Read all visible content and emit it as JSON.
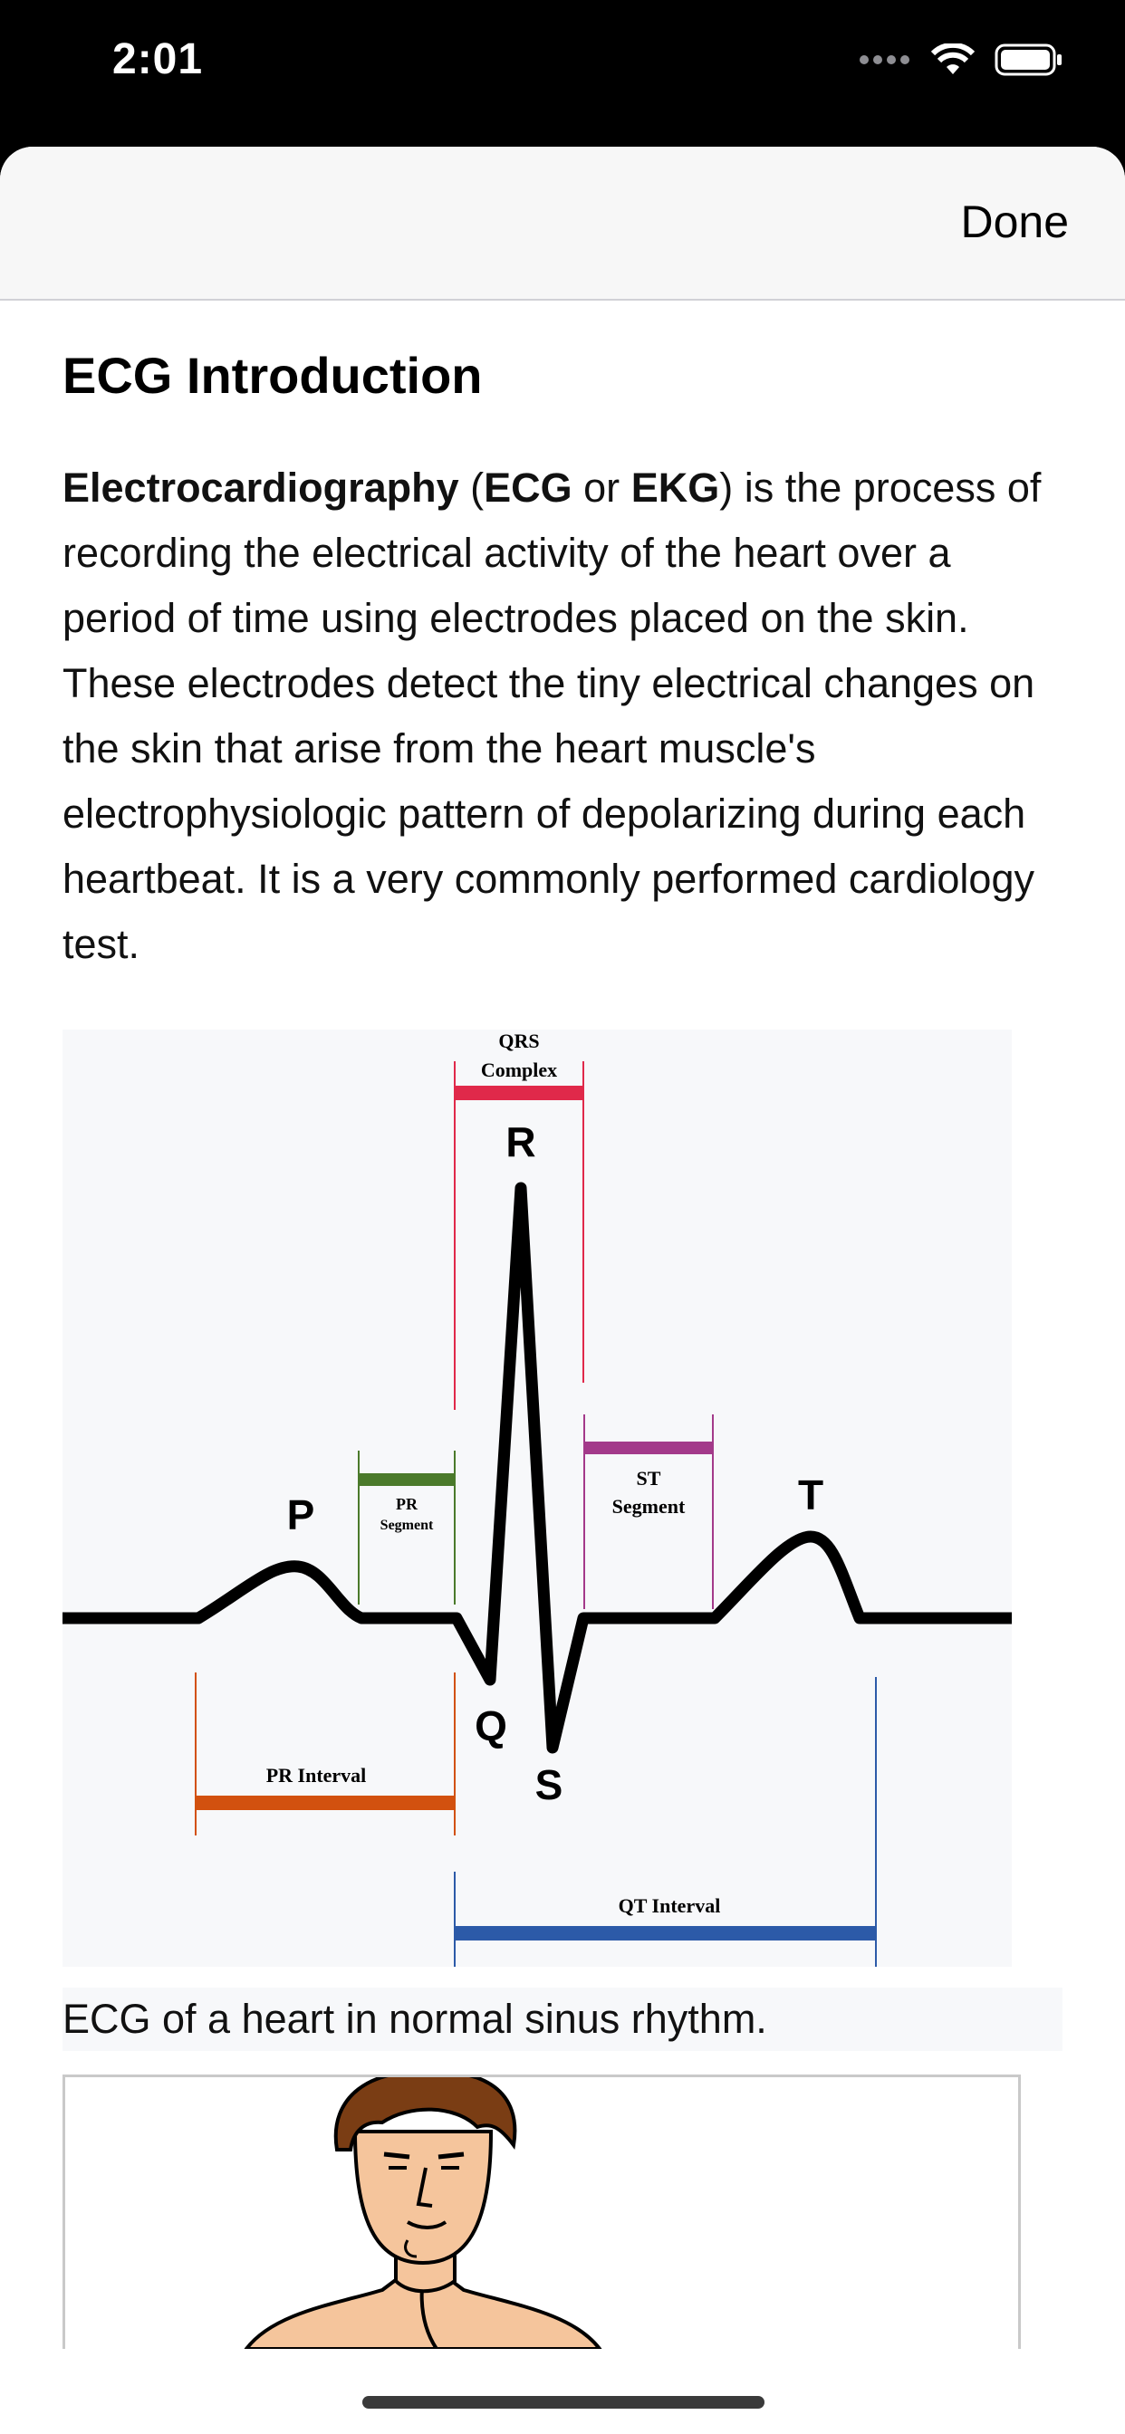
{
  "status_bar": {
    "time": "2:01",
    "icons": [
      "signal-dots-icon",
      "wifi-icon",
      "battery-icon"
    ]
  },
  "nav": {
    "done_label": "Done"
  },
  "article": {
    "title": "ECG Introduction",
    "intro": {
      "term": "Electrocardiography",
      "open_paren": " (",
      "abbr1": "ECG",
      "or": " or ",
      "abbr2": "EKG",
      "rest": ") is the process of recording the electrical activity of the heart over a period of time using electrodes placed on the skin. These electrodes detect the tiny electrical changes on the skin that arise from the heart muscle's electrophysiologic pattern of depolarizing during each heartbeat. It is a very commonly performed cardiology test."
    },
    "figure": {
      "waves": {
        "P": "P",
        "Q": "Q",
        "R": "R",
        "S": "S",
        "T": "T"
      },
      "qrs_label_1": "QRS",
      "qrs_label_2": "Complex",
      "pr_segment_1": "PR",
      "pr_segment_2": "Segment",
      "st_segment_1": "ST",
      "st_segment_2": "Segment",
      "pr_interval": "PR Interval",
      "qt_interval": "QT Interval",
      "colors": {
        "qrs": "#e0294a",
        "pr_segment": "#4b7a2b",
        "st_segment": "#a33a8a",
        "pr_interval": "#d2510f",
        "qt_interval": "#2c5aa8",
        "trace": "#000000"
      }
    },
    "caption": "ECG of a heart in normal sinus rhythm.",
    "figure2": {
      "icon": "human-torso-illustration-icon"
    }
  }
}
